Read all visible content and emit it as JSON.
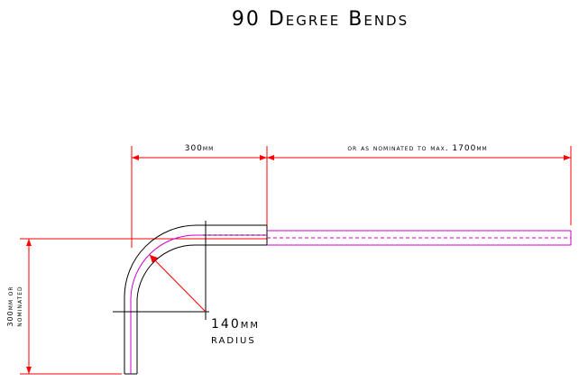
{
  "title": "90 Degree Bends",
  "dimensions": {
    "straight_length": "300mm",
    "extension": "or as nominated to max. 1700mm",
    "radius_line1": "140mm",
    "radius_line2": "radius",
    "height_line1": "300mm or",
    "height_line2": "nominated"
  },
  "colors": {
    "dimension": "#ff0000",
    "centerline": "#cc00cc",
    "outline": "#000000"
  }
}
